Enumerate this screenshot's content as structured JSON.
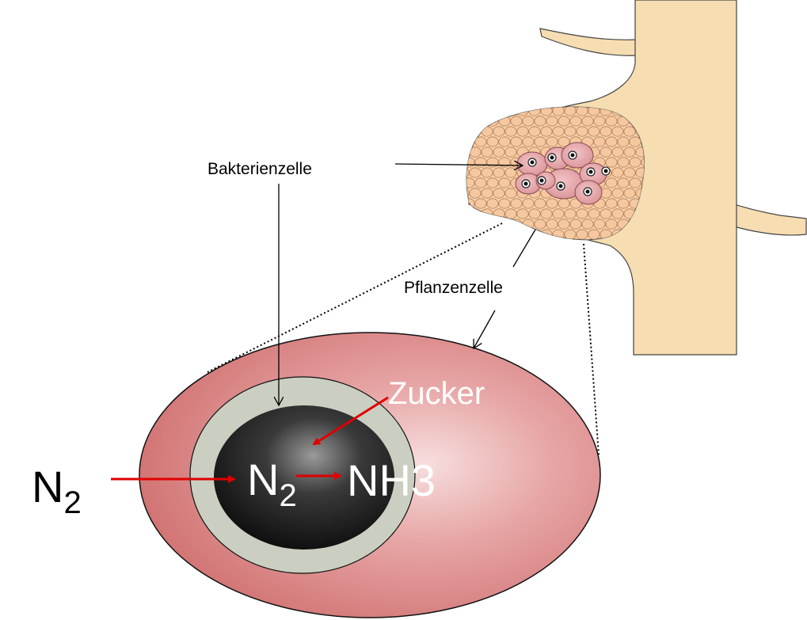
{
  "labels": {
    "bacterial_cell": "Bakterienzelle",
    "plant_cell": "Pflanzenzelle",
    "sugar": "Zucker",
    "outside_n2_main": "N",
    "outside_n2_sub": "2",
    "inside_n2_main": "N",
    "inside_n2_sub": "2",
    "product": "NH3"
  },
  "colors": {
    "root": "#f6ddb2",
    "root_outline": "#444444",
    "nodule_cell": "#f5c8a0",
    "infected_cell": "#de9ea3",
    "plant_cell_fill": "#d97e7e",
    "plant_cell_highlight": "#f7dede",
    "bacterium_ring": "#cacfc1",
    "bacterium_core": "#111111",
    "arrow": "#e00000",
    "outside_text": "#000000",
    "inside_text": "#ffffff"
  },
  "icons": {
    "root": "plant-root-icon",
    "nodule": "root-nodule-icon"
  }
}
